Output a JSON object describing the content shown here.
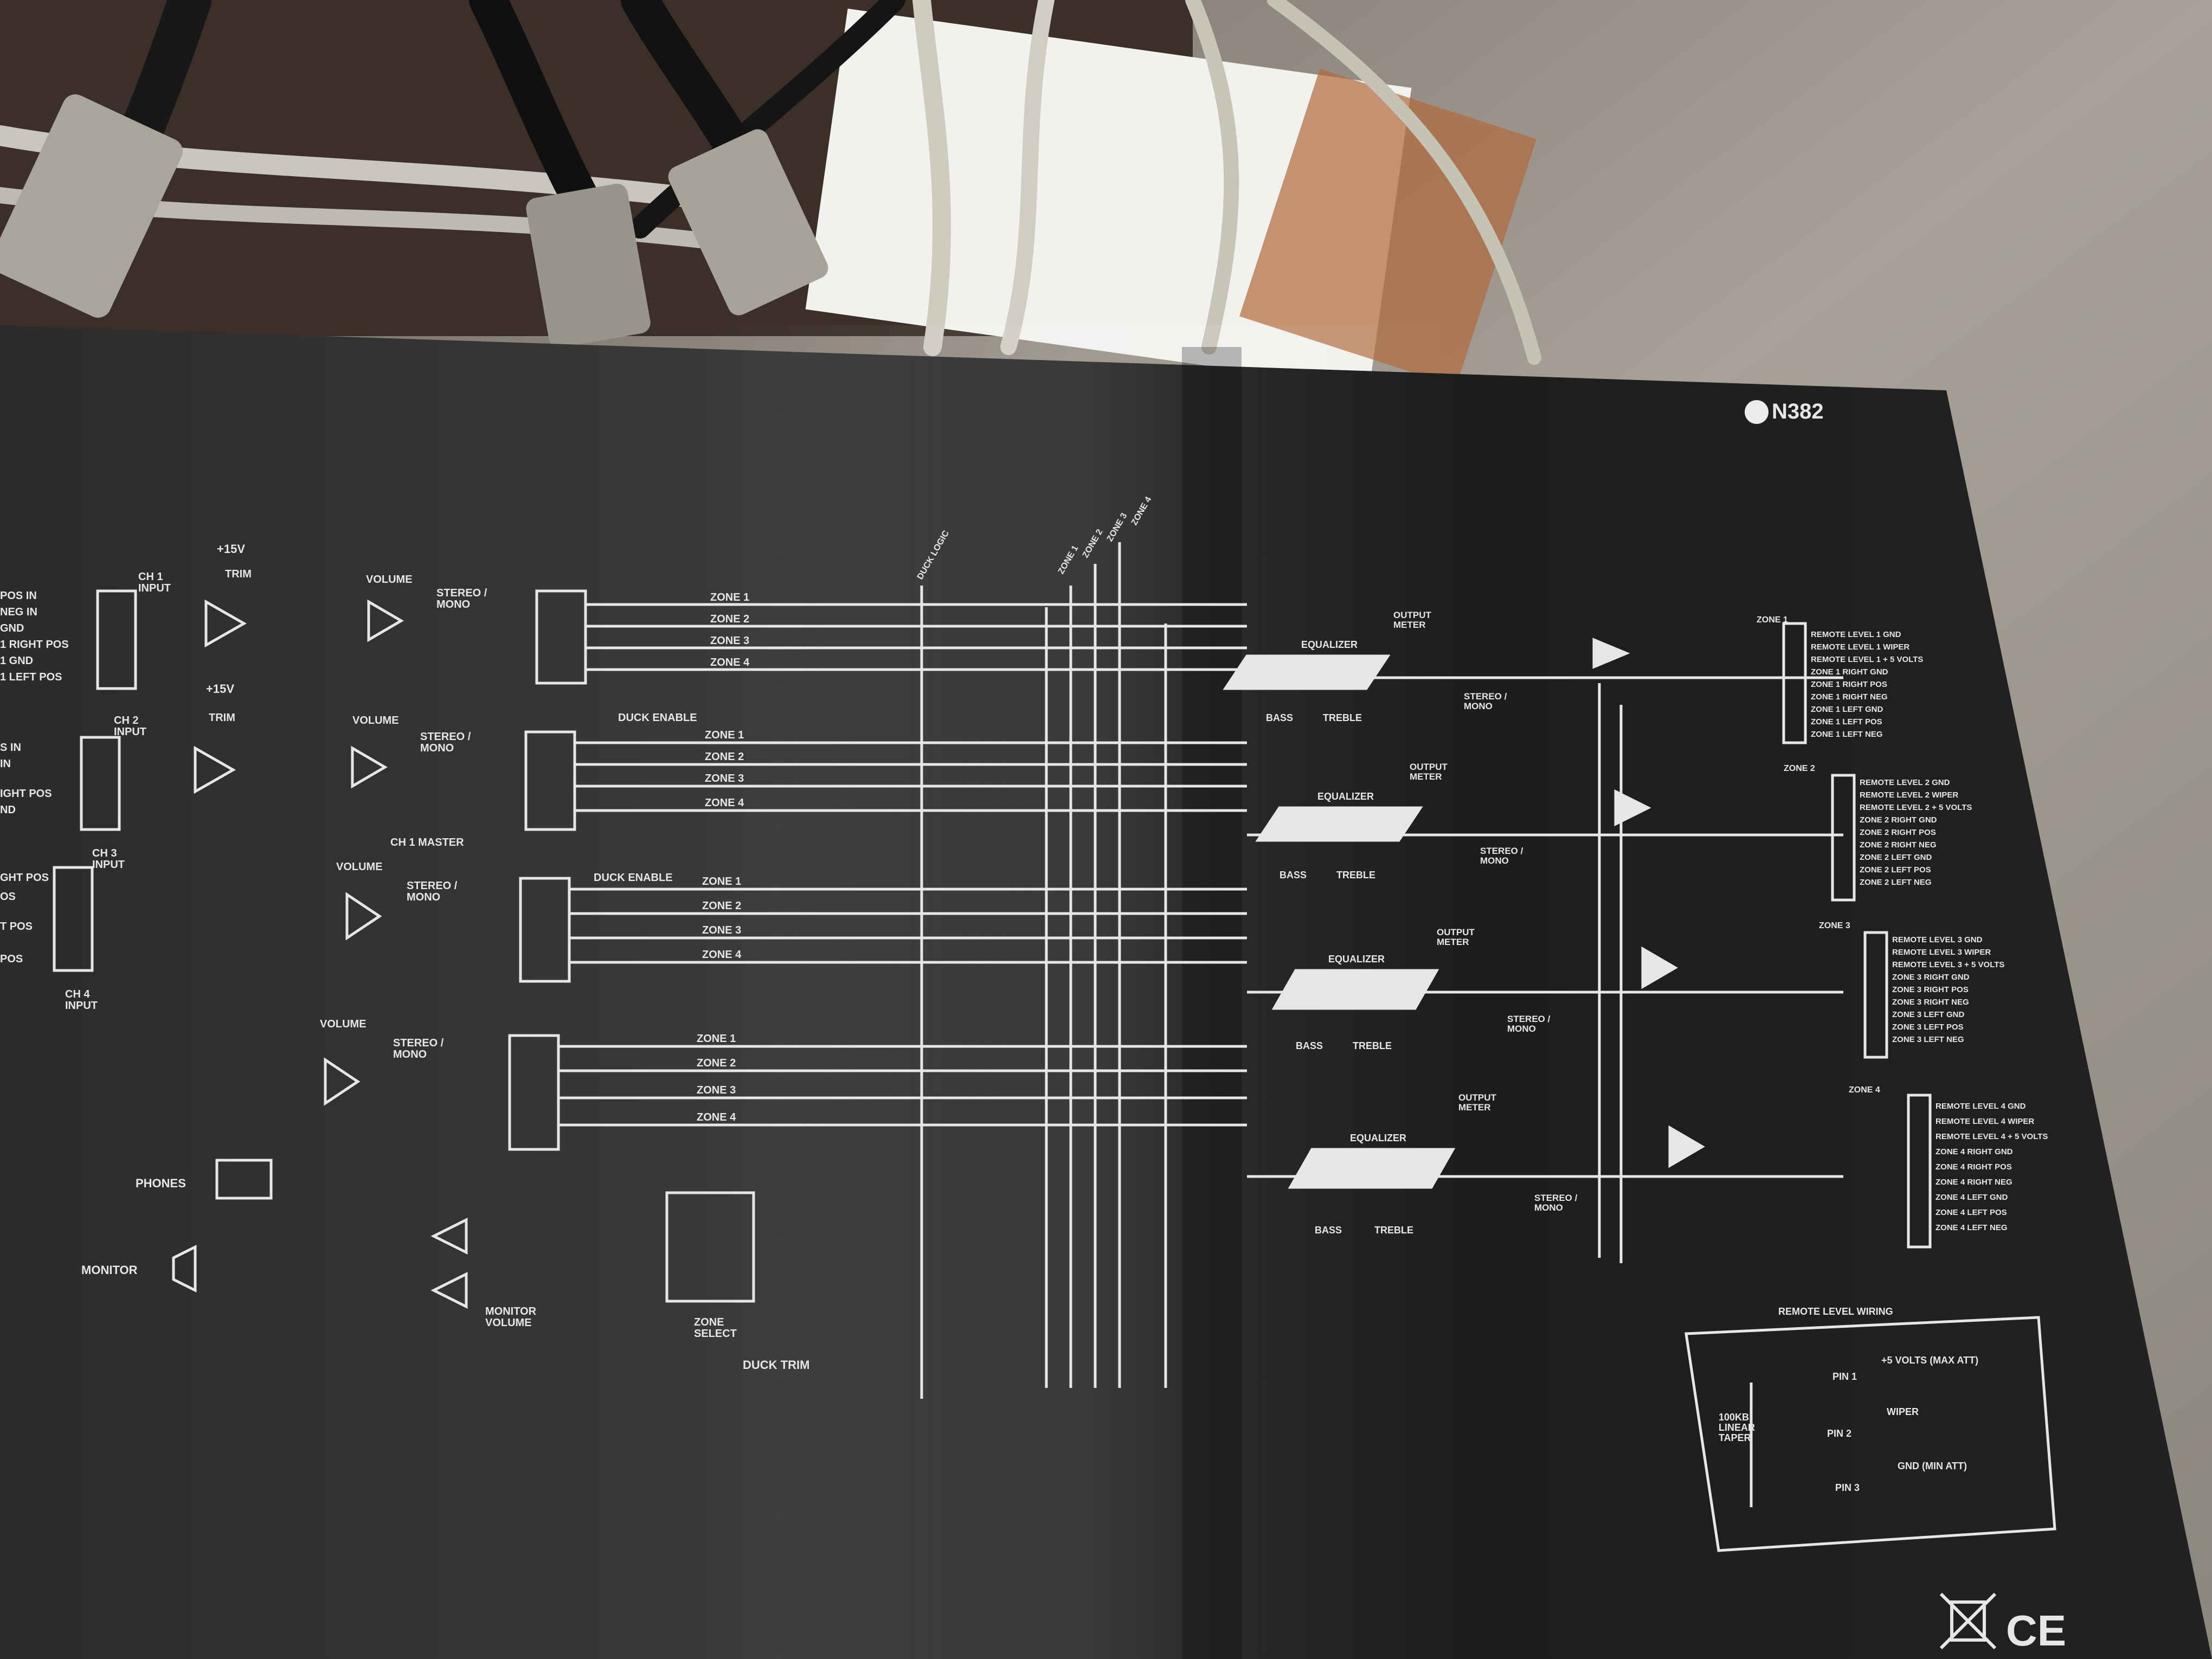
{
  "panel": {
    "logo_text": "N382",
    "compliance_marks": [
      "CE"
    ]
  },
  "inputs": {
    "ch1": {
      "label": "CH 1\nINPUT",
      "supply": "+15V",
      "trim": "TRIM",
      "volume": "VOLUME",
      "stereo_mono": "STEREO /\nMONO"
    },
    "ch2": {
      "label": "CH 2\nINPUT",
      "supply": "+15V",
      "trim": "TRIM",
      "volume": "VOLUME",
      "stereo_mono": "STEREO /\nMONO"
    },
    "ch3": {
      "label": "CH 3\nINPUT",
      "volume": "VOLUME",
      "stereo_mono": "STEREO /\nMONO"
    },
    "ch4": {
      "label": "CH 4\nINPUT",
      "volume": "VOLUME",
      "stereo_mono": "STEREO /\nMONO"
    },
    "pin_labels_ch1": [
      "POS IN",
      "NEG IN",
      "GND",
      "1 RIGHT POS",
      "1 GND",
      "1 LEFT POS"
    ],
    "pin_labels_ch2": [
      "S IN",
      "IN",
      "",
      "IGHT POS",
      "ND",
      ""
    ],
    "pin_labels_ch3": [
      "GHT POS",
      "OS",
      "T POS",
      "",
      "POS"
    ]
  },
  "routing": {
    "zone_labels": [
      "ZONE 1",
      "ZONE 2",
      "ZONE 3",
      "ZONE 4"
    ],
    "duck_enable": "DUCK ENABLE",
    "ch1_master": "CH 1 MASTER",
    "duck_logic": "DUCK LOGIC",
    "bus_labels": [
      "ZONE 1",
      "ZONE 2",
      "ZONE 3",
      "ZONE 4"
    ],
    "phones": "PHONES",
    "monitor": "MONITOR",
    "monitor_volume": "MONITOR\nVOLUME",
    "zone_select": "ZONE\nSELECT",
    "duck_trim": "DUCK TRIM"
  },
  "outputs": {
    "equalizer": "EQUALIZER",
    "bass": "BASS",
    "treble": "TREBLE",
    "output_meter": "OUTPUT\nMETER",
    "stereo_mono": "STEREO /\nMONO",
    "zones": [
      {
        "title": "ZONE 1",
        "pins": [
          "REMOTE LEVEL 1 GND",
          "REMOTE LEVEL 1 WIPER",
          "REMOTE LEVEL 1 + 5 VOLTS",
          "ZONE 1 RIGHT GND",
          "ZONE 1 RIGHT POS",
          "ZONE 1 RIGHT NEG",
          "ZONE 1 LEFT GND",
          "ZONE 1 LEFT POS",
          "ZONE 1 LEFT NEG"
        ]
      },
      {
        "title": "ZONE 2",
        "pins": [
          "REMOTE LEVEL 2 GND",
          "REMOTE LEVEL 2 WIPER",
          "REMOTE LEVEL 2 + 5 VOLTS",
          "ZONE 2 RIGHT GND",
          "ZONE 2 RIGHT POS",
          "ZONE 2 RIGHT NEG",
          "ZONE 2 LEFT GND",
          "ZONE 2 LEFT POS",
          "ZONE 2 LEFT NEG"
        ]
      },
      {
        "title": "ZONE 3",
        "pins": [
          "REMOTE LEVEL 3 GND",
          "REMOTE LEVEL 3 WIPER",
          "REMOTE LEVEL 3 + 5 VOLTS",
          "ZONE 3 RIGHT GND",
          "ZONE 3 RIGHT POS",
          "ZONE 3 RIGHT NEG",
          "ZONE 3 LEFT GND",
          "ZONE 3 LEFT POS",
          "ZONE 3 LEFT NEG"
        ]
      },
      {
        "title": "ZONE 4",
        "pins": [
          "REMOTE LEVEL 4 GND",
          "REMOTE LEVEL 4 WIPER",
          "REMOTE LEVEL 4 + 5 VOLTS",
          "ZONE 4 RIGHT GND",
          "ZONE 4 RIGHT POS",
          "ZONE 4 RIGHT NEG",
          "ZONE 4 LEFT GND",
          "ZONE 4 LEFT POS",
          "ZONE 4 LEFT NEG"
        ]
      }
    ]
  },
  "remote_wiring": {
    "title": "REMOTE LEVEL WIRING",
    "pot": "100KB\nLINEAR\nTAPER",
    "pins": [
      "PIN 1",
      "PIN 2",
      "PIN 3"
    ],
    "terminals": [
      "+5 VOLTS (MAX ATT)",
      "WIPER",
      "GND (MIN ATT)"
    ]
  },
  "colors": {
    "panel": "#1e1e1e",
    "print": "#e6e6e6",
    "background_floor": "#8f8a82"
  }
}
